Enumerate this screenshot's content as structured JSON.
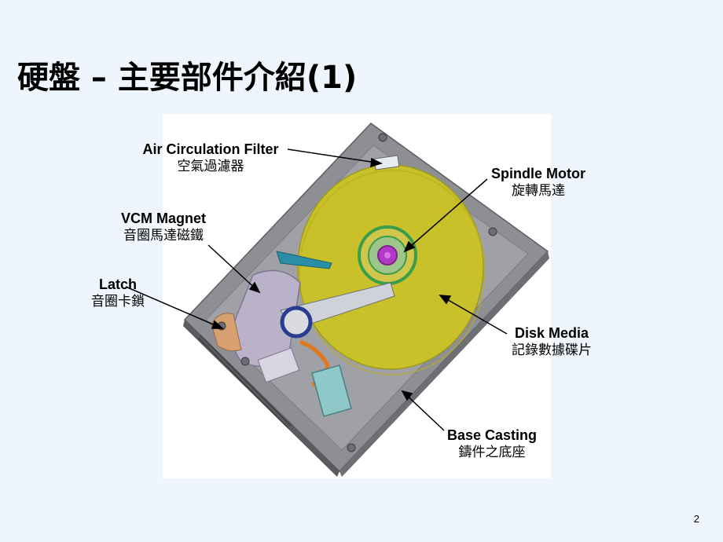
{
  "slide": {
    "title": "硬盤 – 主要部件介紹(1)",
    "page_number": "2"
  },
  "callouts": {
    "air_filter": {
      "en": "Air Circulation Filter",
      "zh": "空氣過濾器"
    },
    "spindle_motor": {
      "en": "Spindle Motor",
      "zh": "旋轉馬達"
    },
    "vcm_magnet": {
      "en": "VCM Magnet",
      "zh": "音圈馬達磁鐵"
    },
    "latch": {
      "en": "Latch",
      "zh": "音圈卡鎖"
    },
    "disk_media": {
      "en": "Disk Media",
      "zh": "記錄數據碟片"
    },
    "base_casting": {
      "en": "Base Casting",
      "zh": "鑄件之底座"
    }
  },
  "colors": {
    "platter": "#c9c12a",
    "base": "#8d8f95",
    "vcm": "#b9b2c8",
    "hub_ring": "#3a9d4a",
    "hub_center": "#b13ac4",
    "teal_part": "#2a8fa6",
    "flex_cable": "#e07820"
  }
}
